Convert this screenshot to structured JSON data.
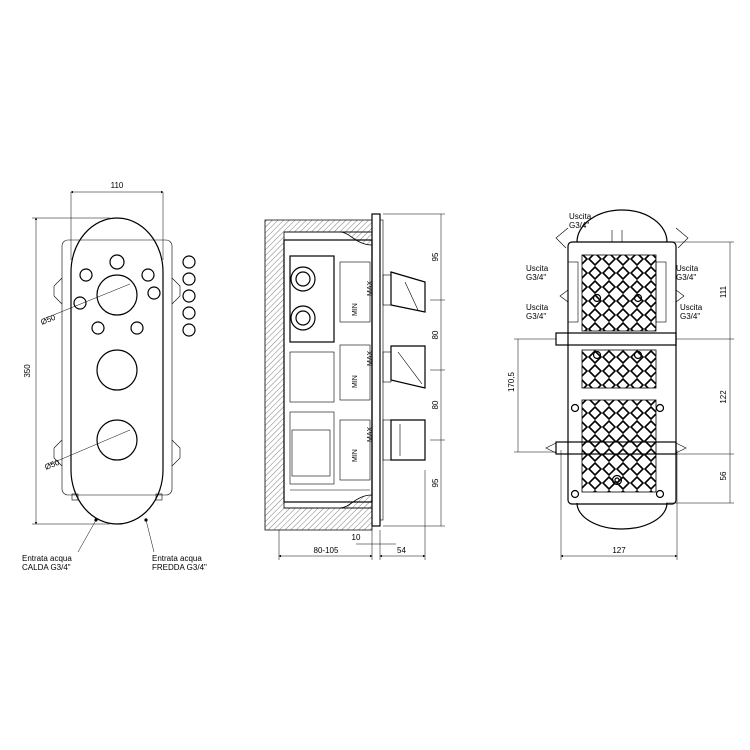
{
  "front_view": {
    "width_label": "110",
    "height_label": "350",
    "diameter_top_label": "Ø50",
    "diameter_bottom_label": "Ø50",
    "inlet_hot": {
      "line1": "Entrata  acqua",
      "line2": "CALDA  G3/4\""
    },
    "inlet_cold": {
      "line1": "Entrata  acqua",
      "line2": "FREDDA  G3/4\""
    }
  },
  "side_view": {
    "depth_label": "80-105",
    "plate_label": "10",
    "knob_label": "54",
    "spacing_labels": [
      "95",
      "80",
      "80",
      "95"
    ],
    "min_label": "MIN",
    "max_label": "MAX"
  },
  "back_view": {
    "width_label": "127",
    "offset_label": "170,5",
    "right_labels": [
      "111",
      "122",
      "56"
    ],
    "outlets": [
      {
        "line1": "Uscita",
        "line2": "G3/4\""
      },
      {
        "line1": "Uscita",
        "line2": "G3/4\""
      },
      {
        "line1": "Uscita",
        "line2": "G3/4\""
      },
      {
        "line1": "Uscita",
        "line2": "G3/4\""
      },
      {
        "line1": "Uscita",
        "line2": "G3/4\""
      }
    ]
  }
}
